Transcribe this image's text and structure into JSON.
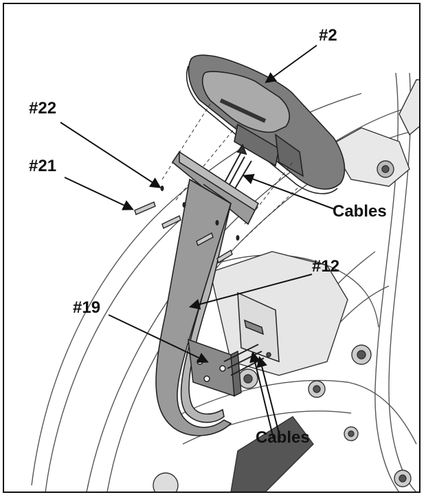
{
  "diagram": {
    "labels": {
      "part_2": "#2",
      "part_22": "#22",
      "part_21": "#21",
      "cables_upper": "Cables",
      "part_12": "#12",
      "part_19": "#19",
      "cables_lower": "Cables"
    },
    "colors": {
      "ink": "#111111",
      "console_fill": "#9a9a9a",
      "mast_fill": "#a0a0a0",
      "frame_fill": "#e6e6e6",
      "plate_fill": "#8e8e8e"
    }
  }
}
